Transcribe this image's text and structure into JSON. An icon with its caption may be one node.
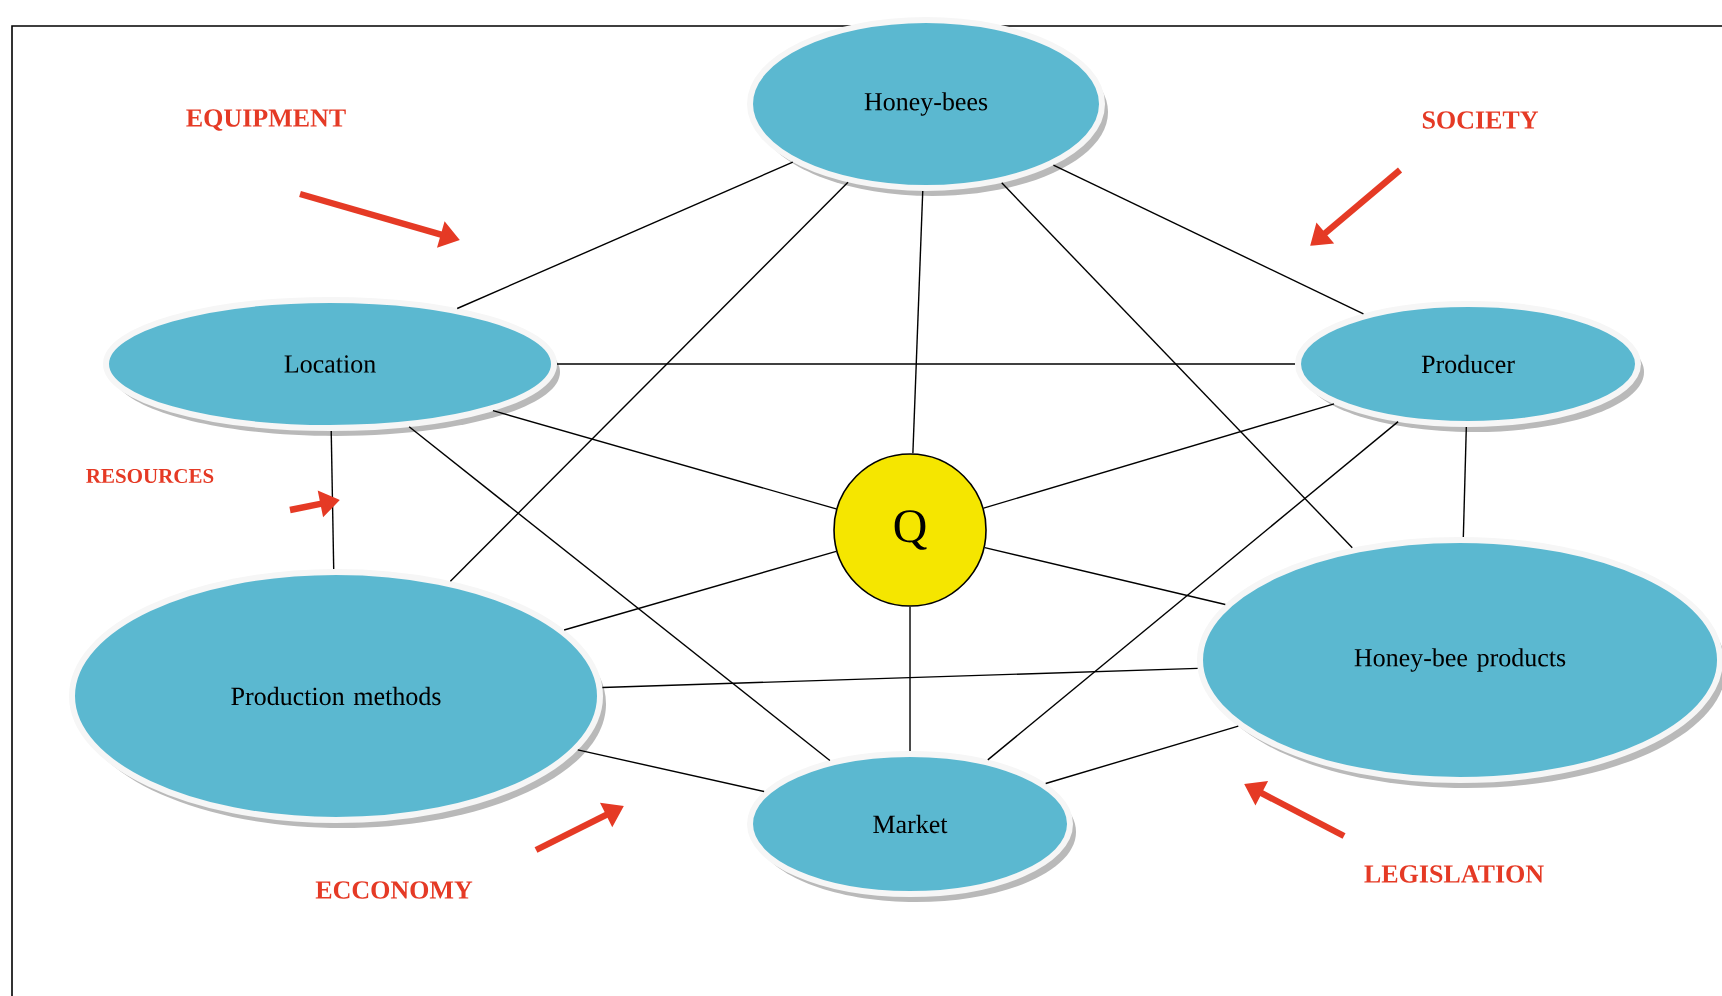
{
  "diagram": {
    "nodes": [
      {
        "text": [
          "Honey-bees"
        ]
      },
      {
        "text": [
          "Location"
        ]
      },
      {
        "text": [
          "Producer"
        ]
      },
      {
        "text": [
          "Q"
        ]
      },
      {
        "text": [
          "Production methods"
        ]
      },
      {
        "text": [
          "Honey-bee products"
        ]
      },
      {
        "text": [
          "Market"
        ]
      }
    ],
    "edges": [
      {
        "from": 0,
        "to": 1,
        "arrow": "none"
      },
      {
        "from": 0,
        "to": 2,
        "arrow": "none"
      },
      {
        "from": 0,
        "to": 3,
        "arrow": "none"
      },
      {
        "from": 0,
        "to": 4,
        "arrow": "none"
      },
      {
        "from": 0,
        "to": 5,
        "arrow": "none"
      },
      {
        "from": 1,
        "to": 2,
        "arrow": "none"
      },
      {
        "from": 1,
        "to": 3,
        "arrow": "none"
      },
      {
        "from": 1,
        "to": 6,
        "arrow": "none"
      },
      {
        "from": 1,
        "to": 4,
        "arrow": "none"
      },
      {
        "from": 2,
        "to": 3,
        "arrow": "none"
      },
      {
        "from": 2,
        "to": 6,
        "arrow": "none"
      },
      {
        "from": 2,
        "to": 5,
        "arrow": "none"
      },
      {
        "from": 3,
        "to": 4,
        "arrow": "none"
      },
      {
        "from": 3,
        "to": 5,
        "arrow": "none"
      },
      {
        "from": 3,
        "to": 6,
        "arrow": "none"
      },
      {
        "from": 4,
        "to": 5,
        "arrow": "none"
      },
      {
        "from": 4,
        "to": 6,
        "arrow": "none"
      },
      {
        "from": 6,
        "to": 5,
        "arrow": "none"
      }
    ],
    "labels": [
      "EQUIPMENT",
      "SOCIETY",
      "RESOURCES",
      "ECCONOMY",
      "LEGISLATION"
    ]
  }
}
